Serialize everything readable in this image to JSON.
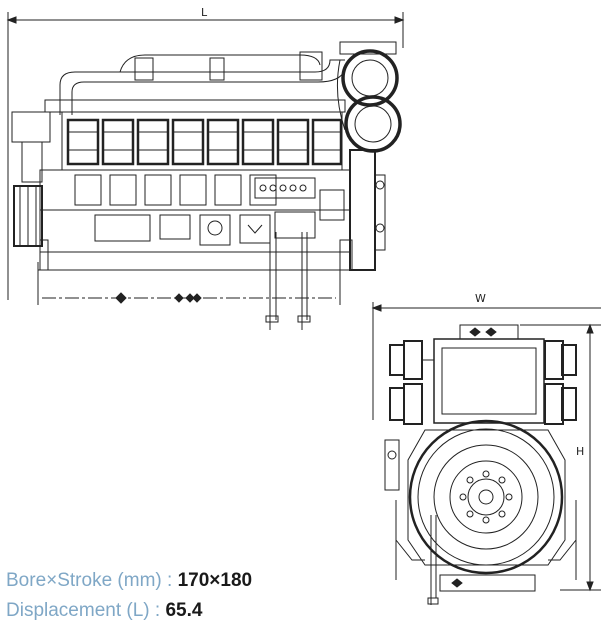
{
  "dimensions": {
    "length": "L",
    "width": "W",
    "height": "H"
  },
  "specs": [
    {
      "label": "Bore×Stroke (mm) : ",
      "value": "170×180"
    },
    {
      "label": "Displacement (L) : ",
      "value": "65.4"
    }
  ],
  "colors": {
    "label": "#7fa7c6",
    "value": "#1a1a1a",
    "line": "#222222"
  }
}
